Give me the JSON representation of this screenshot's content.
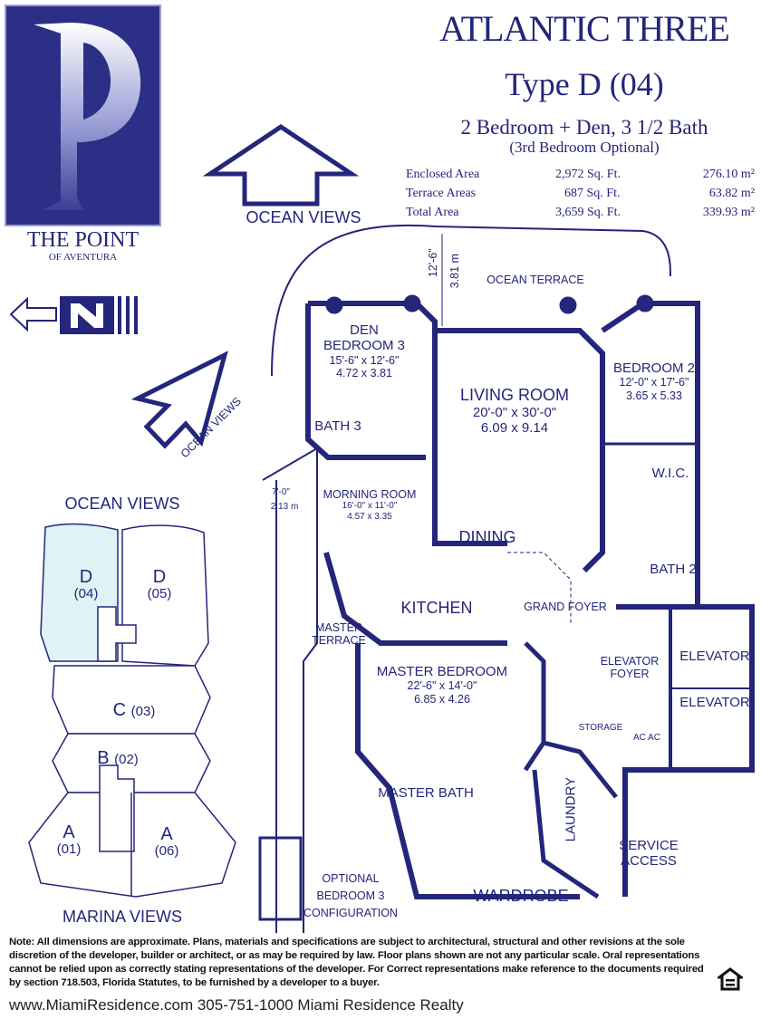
{
  "header": {
    "title": "ATLANTIC THREE",
    "type": "Type D (04)",
    "bedrooms": "2 Bedroom + Den, 3 1/2 Bath",
    "optional": "(3rd Bedroom Optional)"
  },
  "areas": [
    {
      "label": "Enclosed Area",
      "sqft": "2,972 Sq. Ft.",
      "sqm": "276.10 m²"
    },
    {
      "label": "Terrace Areas",
      "sqft": "687 Sq. Ft.",
      "sqm": "63.82 m²"
    },
    {
      "label": "Total Area",
      "sqft": "3,659 Sq. Ft.",
      "sqm": "339.93 m²"
    }
  ],
  "logo": {
    "name": "THE POINT",
    "sub": "OF AVENTURA"
  },
  "views": {
    "ocean_top": "OCEAN VIEWS",
    "ocean_diag": "OCEAN VIEWS"
  },
  "plan": {
    "terrace_dim_ft": "12'-6\"",
    "terrace_dim_m": "3.81 m",
    "ocean_terrace": "OCEAN TERRACE",
    "side_dim_ft": "7'-0\"",
    "side_dim_m": "2.13 m",
    "rooms": {
      "den": {
        "l1": "DEN",
        "l2": "BEDROOM 3",
        "d1": "15'-6\" x 12'-6\"",
        "d2": "4.72 x 3.81"
      },
      "living": {
        "l1": "LIVING ROOM",
        "d1": "20'-0\" x 30'-0\"",
        "d2": "6.09 x 9.14"
      },
      "bed2": {
        "l1": "BEDROOM 2",
        "d1": "12'-0\" x 17'-6\"",
        "d2": "3.65 x 5.33"
      },
      "bath3": "BATH 3",
      "wic": "W.I.C.",
      "morning": {
        "l1": "MORNING ROOM",
        "d1": "16'-0\" x 11'-0\"",
        "d2": "4.57 x 3.35"
      },
      "dining": "DINING",
      "bath2": "BATH 2",
      "kitchen": "KITCHEN",
      "foyer": "GRAND FOYER",
      "master_terrace": {
        "l1": "MASTER",
        "l2": "TERRACE"
      },
      "elevator1": "ELEVATOR",
      "elevator2": "ELEVATOR",
      "elev_foyer": {
        "l1": "ELEVATOR",
        "l2": "FOYER"
      },
      "master": {
        "l1": "MASTER BEDROOM",
        "d1": "22'-6\" x 14'-0\"",
        "d2": "6.85 x 4.26"
      },
      "storage": "STORAGE",
      "ac": "AC AC",
      "master_bath": "MASTER BATH",
      "laundry": "LAUNDRY",
      "service": {
        "l1": "SERVICE",
        "l2": "ACCESS"
      },
      "wardrobe": "WARDROBE",
      "optional": {
        "l1": "OPTIONAL",
        "l2": "BEDROOM 3",
        "l3": "CONFIGURATION"
      }
    }
  },
  "key": {
    "top": "OCEAN VIEWS",
    "bottom": "MARINA VIEWS",
    "units": [
      {
        "letter": "D",
        "num": "(04)"
      },
      {
        "letter": "D",
        "num": "(05)"
      },
      {
        "letter": "C",
        "num": "(03)"
      },
      {
        "letter": "B",
        "num": "(02)"
      },
      {
        "letter": "A",
        "num": "(01)"
      },
      {
        "letter": "A",
        "num": "(06)"
      }
    ],
    "highlight": "#dff2f4"
  },
  "note": "Note: All dimensions are approximate. Plans, materials and specifications are subject to architectural, structural and other revisions at the sole discretion of the developer, builder or architect, or as may be required by law. Floor plans shown are not any particular scale. Oral representations cannot be relied upon as correctly stating representations of the developer. For Correct representations make reference to the documents required by section 718.503, Florida Statutes, to be furnished by a developer to a buyer.",
  "footer": "www.MiamiResidence.com 305-751-1000 Miami Residence Realty",
  "colors": {
    "ink": "#23267a",
    "logo_bg": "#2b2f86"
  }
}
